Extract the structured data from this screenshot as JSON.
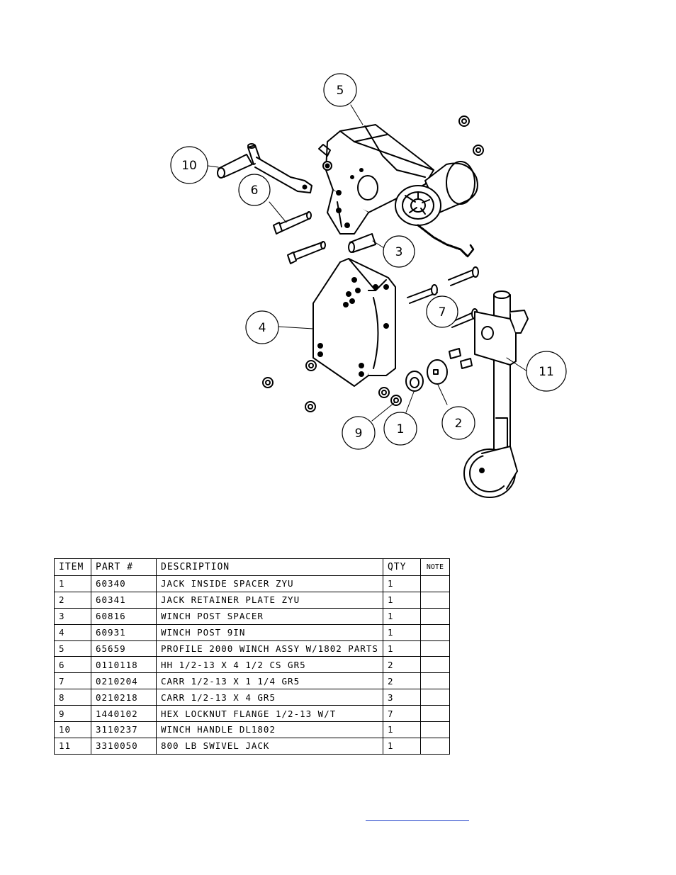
{
  "diagram": {
    "callouts": [
      {
        "id": "callout-5",
        "label": "5"
      },
      {
        "id": "callout-10",
        "label": "10"
      },
      {
        "id": "callout-6",
        "label": "6"
      },
      {
        "id": "callout-3",
        "label": "3"
      },
      {
        "id": "callout-4",
        "label": "4"
      },
      {
        "id": "callout-7",
        "label": "7"
      },
      {
        "id": "callout-11",
        "label": "11"
      },
      {
        "id": "callout-2",
        "label": "2"
      },
      {
        "id": "callout-1",
        "label": "1"
      },
      {
        "id": "callout-9",
        "label": "9"
      }
    ]
  },
  "bom": {
    "headers": {
      "item": "ITEM",
      "part": "PART #",
      "description": "DESCRIPTION",
      "qty": "QTY",
      "note": "NOTE"
    },
    "rows": [
      {
        "item": "1",
        "part": "60340",
        "description": "JACK INSIDE SPACER ZYU",
        "qty": "1",
        "note": ""
      },
      {
        "item": "2",
        "part": "60341",
        "description": "JACK RETAINER PLATE ZYU",
        "qty": "1",
        "note": ""
      },
      {
        "item": "3",
        "part": "60816",
        "description": "WINCH POST SPACER",
        "qty": "1",
        "note": ""
      },
      {
        "item": "4",
        "part": "60931",
        "description": "WINCH POST 9IN",
        "qty": "1",
        "note": ""
      },
      {
        "item": "5",
        "part": "65659",
        "description": "PROFILE 2000 WINCH ASSY W/1802 PARTS",
        "qty": "1",
        "note": ""
      },
      {
        "item": "6",
        "part": "0110118",
        "description": "HH 1/2-13 X 4 1/2 CS GR5",
        "qty": "2",
        "note": ""
      },
      {
        "item": "7",
        "part": "0210204",
        "description": "CARR 1/2-13 X 1 1/4 GR5",
        "qty": "2",
        "note": ""
      },
      {
        "item": "8",
        "part": "0210218",
        "description": "CARR 1/2-13 X 4 GR5",
        "qty": "3",
        "note": ""
      },
      {
        "item": "9",
        "part": "1440102",
        "description": "HEX LOCKNUT FLANGE 1/2-13 W/T",
        "qty": "7",
        "note": ""
      },
      {
        "item": "10",
        "part": "3110237",
        "description": "WINCH HANDLE  DL1802",
        "qty": "1",
        "note": ""
      },
      {
        "item": "11",
        "part": "3310050",
        "description": "800 LB SWIVEL JACK",
        "qty": "1",
        "note": ""
      }
    ]
  }
}
